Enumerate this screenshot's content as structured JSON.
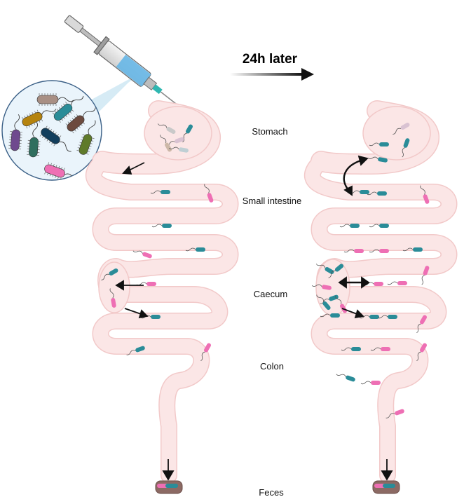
{
  "header": {
    "time_label": "24h later"
  },
  "labels": {
    "stomach": "Stomach",
    "small_intestine": "Small intestine",
    "caecum": "Caecum",
    "colon": "Colon",
    "feces": "Feces"
  },
  "colors": {
    "gut_fill": "#fbe6e6",
    "gut_stroke": "#f2c9c9",
    "teal_bacterium": "#2a8c98",
    "pink_bacterium": "#ee6fb4",
    "feces_brown": "#8c6a64",
    "inset_fill": "#eaf4fb",
    "inset_stroke": "#3a5f86",
    "injection_beam": "#cfe7f3"
  },
  "inset_bacteria_colors": [
    "#a88f84",
    "#2a8c98",
    "#b5830e",
    "#6c4a3e",
    "#6f4a8e",
    "#2f6e5e",
    "#123e5c",
    "#5f7a2a",
    "#ee6fb4"
  ]
}
